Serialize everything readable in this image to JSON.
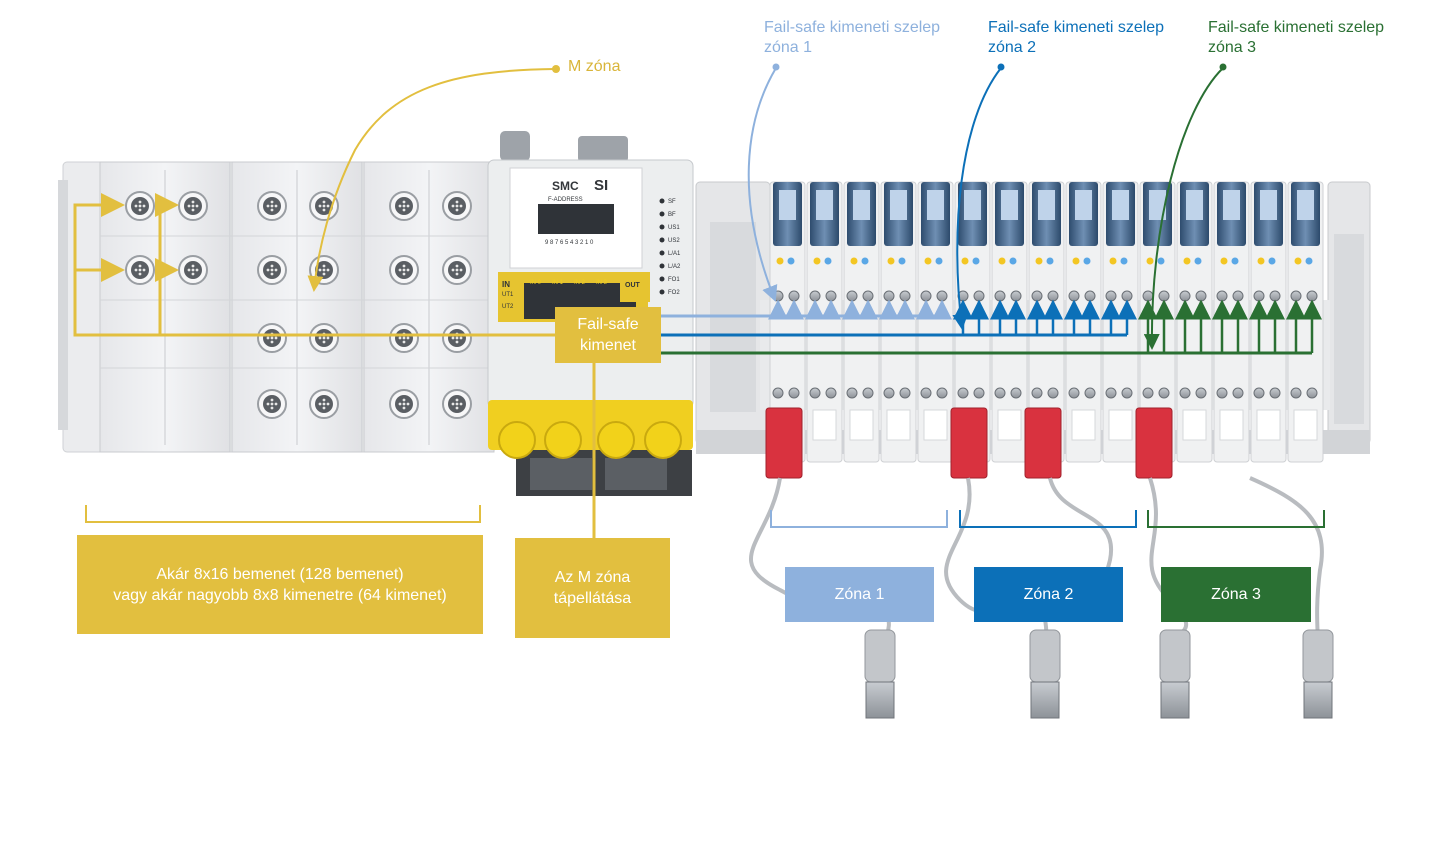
{
  "colors": {
    "mzone": "#e2bf3f",
    "zone1": "#8eb1dd",
    "zone2": "#0c70b8",
    "zone3": "#2a7033",
    "label_box_text": "#ffffff"
  },
  "labels": {
    "m_zone": "M zóna",
    "zone1_callout_line1": "Fail-safe kimeneti szelep",
    "zone1_callout_line2": "zóna 1",
    "zone2_callout_line1": "Fail-safe kimeneti szelep",
    "zone2_callout_line2": "zóna 2",
    "zone3_callout_line1": "Fail-safe kimeneti szelep",
    "zone3_callout_line2": "zóna 3"
  },
  "boxes": {
    "inputs_line1": "Akár 8x16 bemenet (128 bemenet)",
    "inputs_line2": "vagy akár nagyobb 8x8 kimenetre (64 kimenet)",
    "power_line1": "Az M zóna",
    "power_line2": "tápellátása",
    "failsafe_line1": "Fail-safe",
    "failsafe_line2": "kimenet",
    "zone1": "Zóna 1",
    "zone2": "Zóna 2",
    "zone3": "Zóna 3"
  },
  "device": {
    "brand": "SMC",
    "model": "SI",
    "address_label": "F-ADDRESS",
    "dip_numbers": "9 8 7 6 5 4 3 2 1 0",
    "leds": [
      "SF",
      "BF",
      "US1",
      "US2",
      "L/A1",
      "L/A2",
      "FO1",
      "FO2"
    ],
    "in_label": "IN",
    "out_label": "OUT",
    "in_groups": [
      "IN 0",
      "IN 1",
      "IN 2",
      "IN 3"
    ],
    "ut_labels": [
      "UT1",
      "UT2"
    ]
  }
}
